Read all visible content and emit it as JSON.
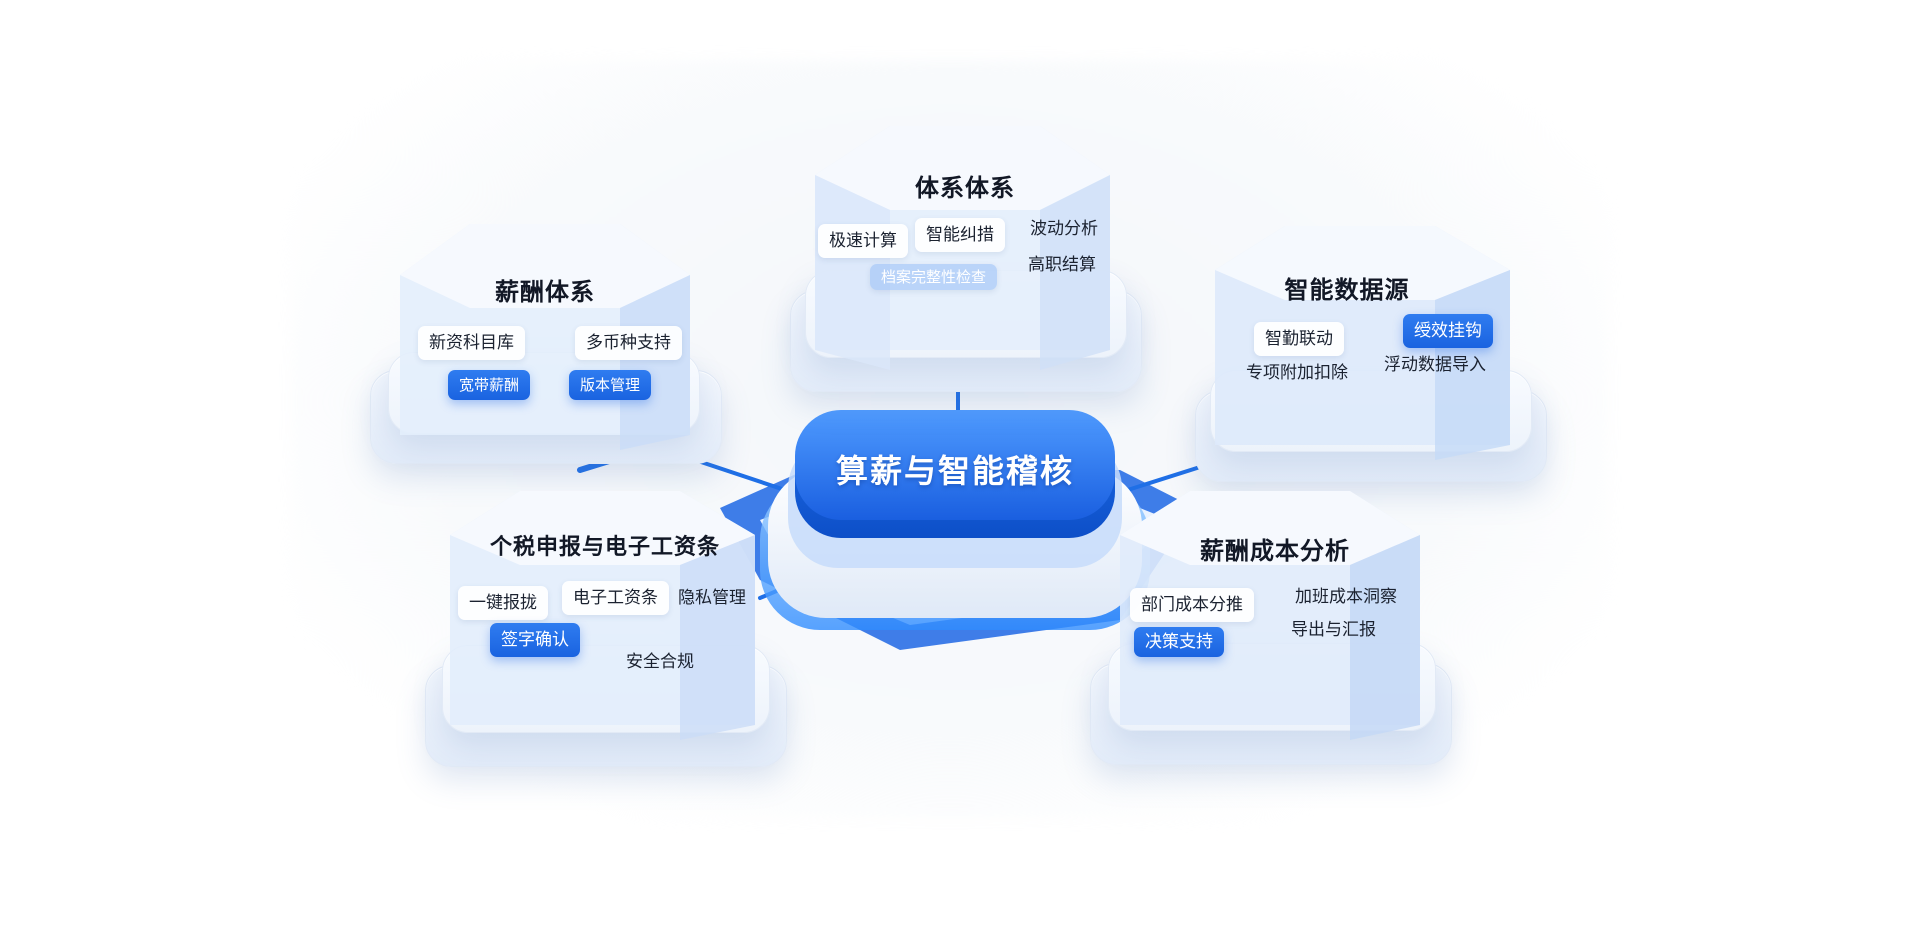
{
  "hub": {
    "title": "算薪与智能稽核"
  },
  "modules": {
    "top": {
      "title": "体系体系",
      "chips": [
        "极速计算",
        "智能纠措",
        "波动分析",
        "高职结算",
        "档案完整性检查"
      ]
    },
    "left": {
      "title": "薪酬体系",
      "chips": [
        "新资科目库",
        "多币种支持",
        "宽带薪酬",
        "版本管理"
      ]
    },
    "right": {
      "title": "智能数据源",
      "chips": [
        "智勤联动",
        "绶效挂钩",
        "专项附加扣除",
        "浮动数据导入"
      ]
    },
    "bottom_left": {
      "title": "个税申报与电子工资条",
      "chips": [
        "一键报拢",
        "电子工资条",
        "隐私管理",
        "签字确认",
        "安全合规"
      ]
    },
    "bottom_right": {
      "title": "薪酬成本分析",
      "chips": [
        "部门成本分推",
        "加班成本洞察",
        "导出与汇报",
        "决策支持"
      ]
    }
  },
  "colors": {
    "accent": "#1a63e0",
    "accent_light": "#4f9bff",
    "cube_glass": "#dbe8fb",
    "title_text": "#121826"
  }
}
